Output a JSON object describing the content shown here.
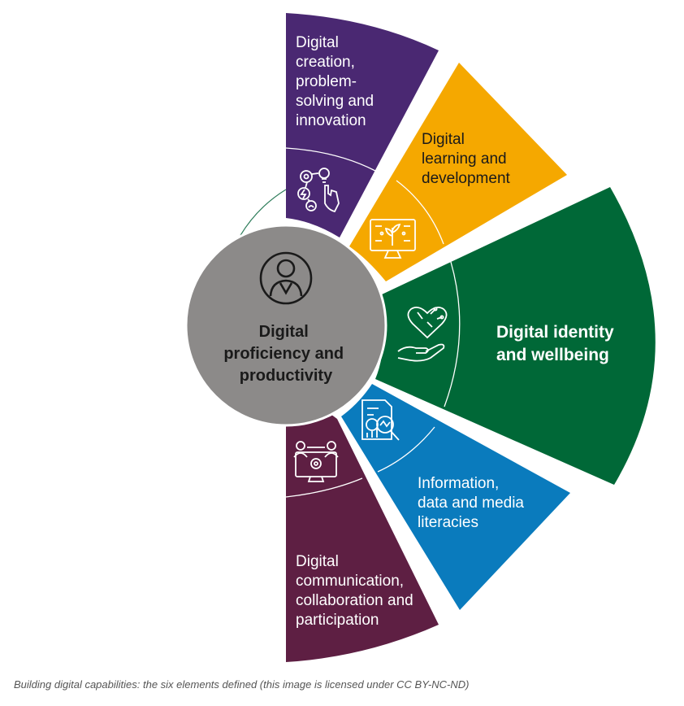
{
  "diagram": {
    "center": {
      "title_lines": [
        "Digital",
        "proficiency and",
        "productivity"
      ],
      "icon": "person-icon",
      "color": "#8c8a89"
    },
    "elements": [
      {
        "id": "creation",
        "label_lines": [
          "Digital",
          "creation,",
          "problem-",
          "solving and",
          "innovation"
        ],
        "color": "#4a2872",
        "icon": "innovation-icon"
      },
      {
        "id": "learning",
        "label_lines": [
          "Digital",
          "learning and",
          "development"
        ],
        "color": "#f5a800",
        "icon": "learning-monitor-icon"
      },
      {
        "id": "identity",
        "label_lines": [
          "Digital identity",
          "and wellbeing"
        ],
        "color": "#006837",
        "icon": "heart-hand-icon"
      },
      {
        "id": "information",
        "label_lines": [
          "Information,",
          "data and media",
          "literacies"
        ],
        "color": "#0a7bbd",
        "icon": "document-search-icon"
      },
      {
        "id": "communication",
        "label_lines": [
          "Digital",
          "communication,",
          "collaboration and",
          "participation"
        ],
        "color": "#5e1f43",
        "icon": "collaboration-icon"
      }
    ]
  },
  "caption": "Building digital capabilities: the six elements defined (this image is licensed under CC BY-NC-ND)"
}
